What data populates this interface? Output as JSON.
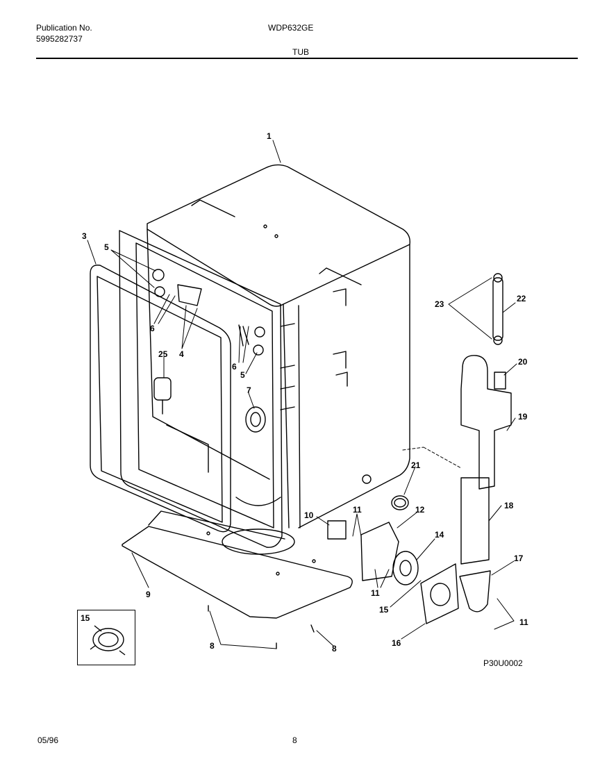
{
  "header": {
    "publication_label": "Publication No.",
    "publication_number": "5995282737",
    "model": "WDP632GE",
    "section": "TUB"
  },
  "diagram": {
    "callouts": [
      "1",
      "3",
      "5",
      "6",
      "4",
      "25",
      "6",
      "5",
      "7",
      "23",
      "22",
      "20",
      "19",
      "21",
      "18",
      "10",
      "11",
      "12",
      "14",
      "11",
      "15",
      "17",
      "11",
      "16",
      "9",
      "8",
      "8",
      "15"
    ],
    "figure_code": "P30U0002"
  },
  "footer": {
    "date": "05/96",
    "page": "8"
  }
}
